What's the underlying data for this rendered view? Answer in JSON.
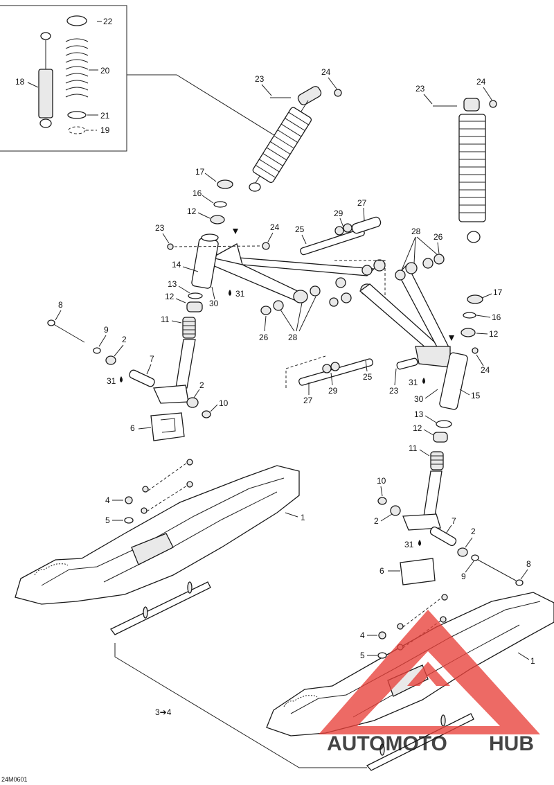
{
  "diagram_code": "24M0601",
  "callouts": {
    "inset": [
      "22",
      "20",
      "18",
      "21",
      "19"
    ],
    "left_shock": [
      "23",
      "24"
    ],
    "right_shock": [
      "23",
      "24"
    ],
    "left_upper": [
      "17",
      "16",
      "12",
      "23",
      "24",
      "14",
      "13",
      "30",
      "31",
      "12",
      "11"
    ],
    "center_top": [
      "29",
      "27",
      "25",
      "28",
      "26"
    ],
    "left_lower": [
      "8",
      "9",
      "2",
      "7",
      "31",
      "2",
      "10",
      "6",
      "26",
      "28"
    ],
    "left_ski": [
      "4",
      "5",
      "1"
    ],
    "right_upper": [
      "28",
      "26",
      "17",
      "16",
      "12",
      "24",
      "31",
      "30",
      "15",
      "23",
      "25",
      "29",
      "27"
    ],
    "right_spindle": [
      "13",
      "12",
      "11",
      "10",
      "2",
      "7",
      "31",
      "2",
      "6",
      "9",
      "8"
    ],
    "right_ski": [
      "4",
      "5",
      "1"
    ],
    "ski_note": "3➔4"
  },
  "watermark": {
    "part1": "AUTOMOTO",
    "part2": "HUB",
    "color_primary": "#f2a03a",
    "color_secondary": "#555555",
    "color_triangle": "#e8413a"
  }
}
